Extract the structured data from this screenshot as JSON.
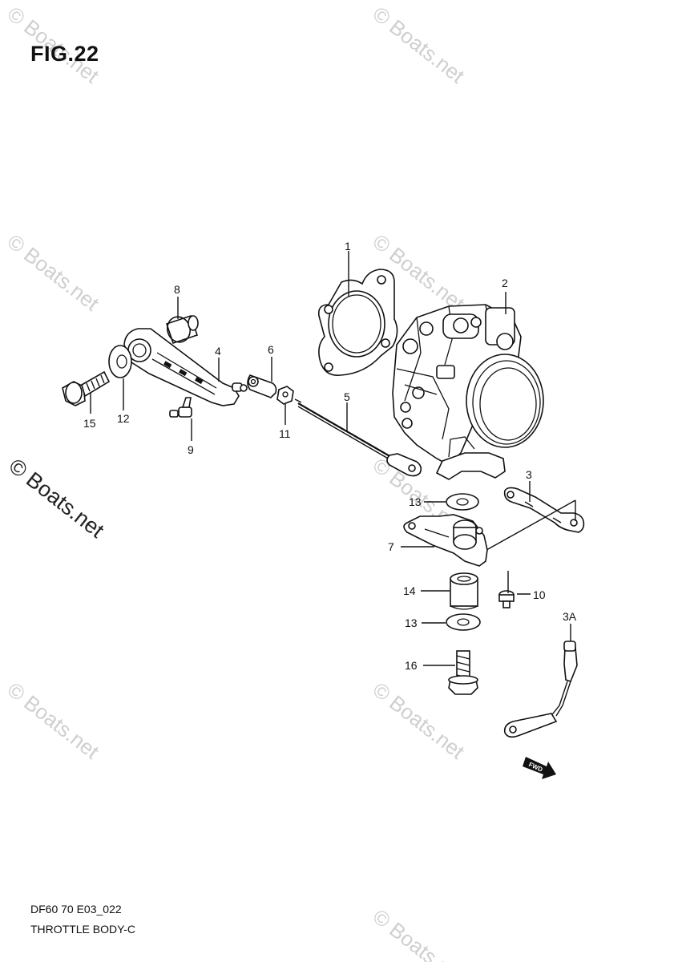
{
  "figure": {
    "title": "FIG.22",
    "model_code": "DF60 70 E03_022",
    "name": "THROTTLE BODY-C"
  },
  "watermark": {
    "text": "© Boats.net"
  },
  "direction_marker": {
    "label": "FWD"
  },
  "callouts": [
    {
      "id": "1",
      "label": "1"
    },
    {
      "id": "2",
      "label": "2"
    },
    {
      "id": "3",
      "label": "3"
    },
    {
      "id": "3A",
      "label": "3A"
    },
    {
      "id": "4",
      "label": "4"
    },
    {
      "id": "5",
      "label": "5"
    },
    {
      "id": "6",
      "label": "6"
    },
    {
      "id": "7",
      "label": "7"
    },
    {
      "id": "8",
      "label": "8"
    },
    {
      "id": "9",
      "label": "9"
    },
    {
      "id": "10",
      "label": "10"
    },
    {
      "id": "11",
      "label": "11"
    },
    {
      "id": "12",
      "label": "12"
    },
    {
      "id": "13a",
      "label": "13"
    },
    {
      "id": "13b",
      "label": "13"
    },
    {
      "id": "14",
      "label": "14"
    },
    {
      "id": "15",
      "label": "15"
    },
    {
      "id": "16",
      "label": "16"
    }
  ]
}
